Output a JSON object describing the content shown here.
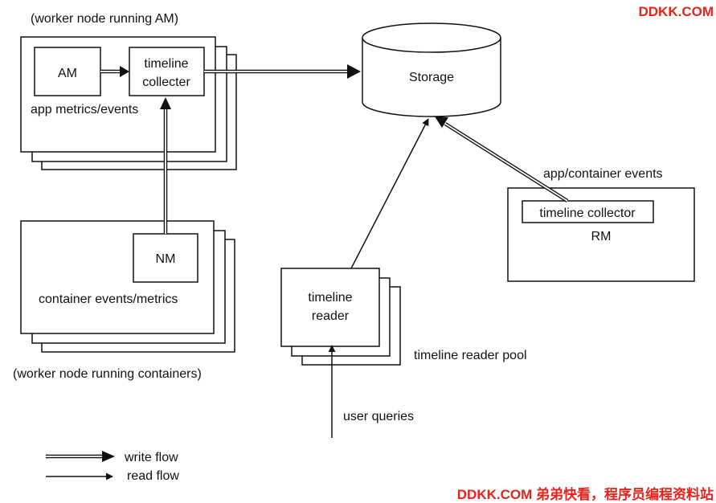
{
  "nodes": {
    "am_group_caption": "(worker node running AM)",
    "am": "AM",
    "collector_line1": "timeline",
    "collector_line2": "collecter",
    "app_metrics": "app metrics/events",
    "nm": "NM",
    "container_events": "container events/metrics",
    "nm_group_caption": "(worker node running containers)",
    "storage": "Storage",
    "rm_events": "app/container events",
    "rm_collector": "timeline collector",
    "rm": "RM",
    "reader_line1": "timeline",
    "reader_line2": "reader",
    "reader_pool": "timeline reader pool",
    "user_queries": "user queries"
  },
  "legend": {
    "write_flow": "write flow",
    "read_flow": "read flow"
  },
  "watermark": {
    "top": "DDKK.COM",
    "bottom": "DDKK.COM 弟弟快看，程序员编程资料站",
    "color": "#e8231b"
  }
}
